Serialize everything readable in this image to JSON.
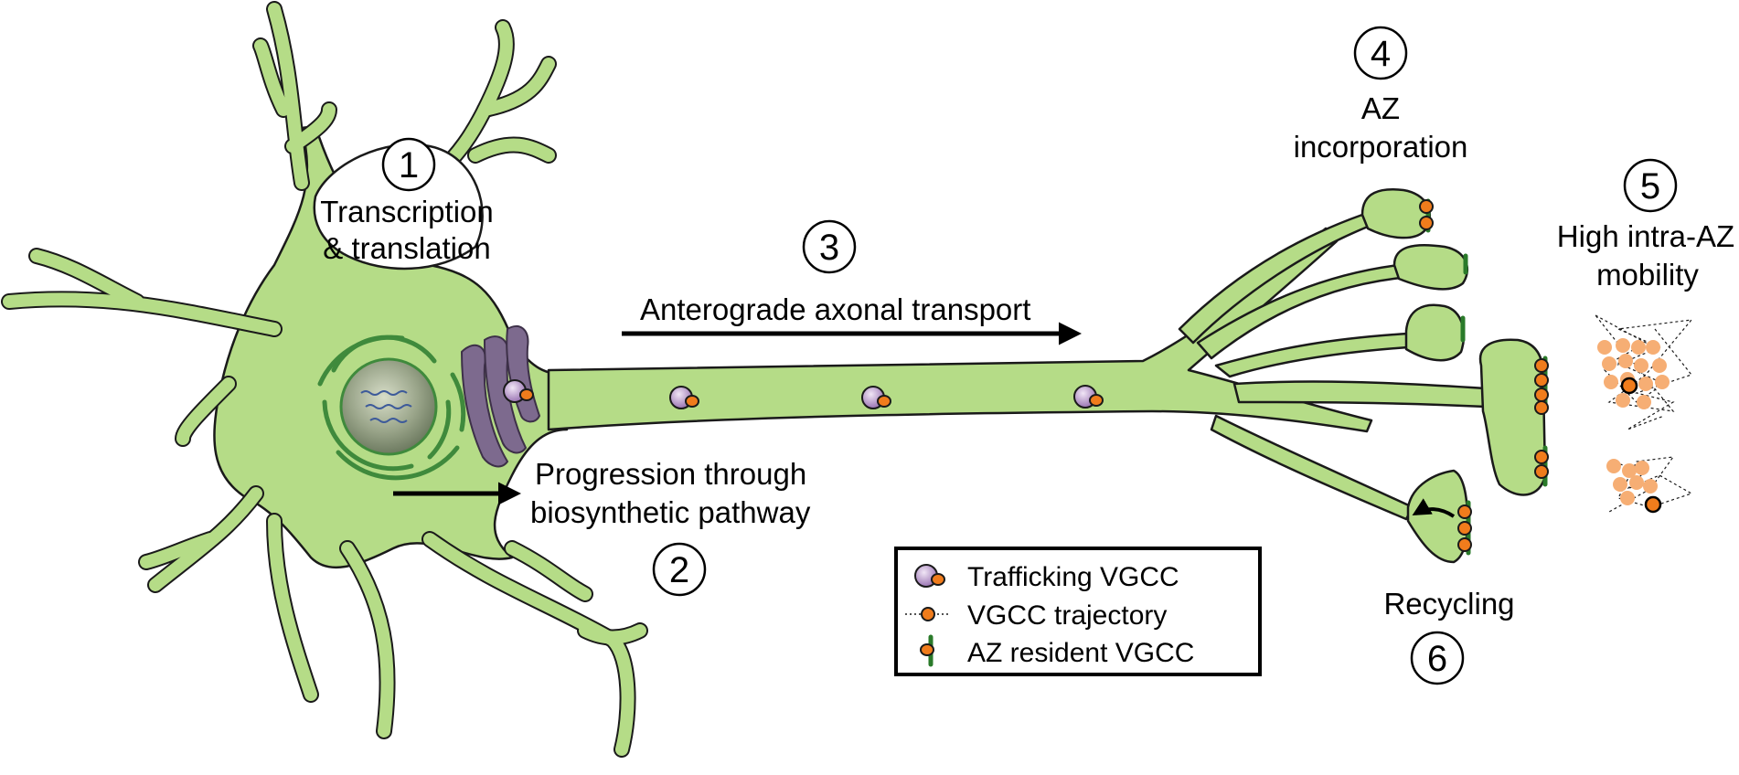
{
  "steps": [
    {
      "number": "1",
      "lines": [
        "Transcription",
        "& translation"
      ]
    },
    {
      "number": "2",
      "lines": [
        "Progression through",
        "biosynthetic pathway"
      ]
    },
    {
      "number": "3",
      "lines": [
        "Anterograde axonal transport"
      ]
    },
    {
      "number": "4",
      "lines": [
        "AZ",
        "incorporation"
      ]
    },
    {
      "number": "5",
      "lines": [
        "High intra-AZ",
        "mobility"
      ]
    },
    {
      "number": "6",
      "lines": [
        "Recycling"
      ]
    }
  ],
  "legend": {
    "items": [
      {
        "label": "Trafficking VGCC",
        "icon": "trafficking-vgcc-icon"
      },
      {
        "label": "VGCC trajectory",
        "icon": "vgcc-trajectory-icon"
      },
      {
        "label": "AZ resident VGCC",
        "icon": "az-resident-vgcc-icon"
      }
    ]
  },
  "colors": {
    "neuron_fill": "#b5dc87",
    "neuron_stroke": "#1a1a1a",
    "vgcc_orange": "#f07c1c",
    "vesicle_purple": "#b79bc8",
    "golgi": "#7d6a8e",
    "er_green": "#3f8a3c",
    "az_green": "#2a7a2a",
    "mobility_orange": "#f6ae74"
  }
}
